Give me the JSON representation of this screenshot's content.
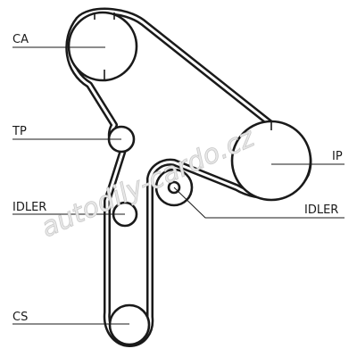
{
  "labels": {
    "ca": "CA",
    "tp": "TP",
    "idler_left": "IDLER",
    "cs": "CS",
    "ip": "IP",
    "idler_right": "IDLER"
  },
  "watermark": "autodily-cardo.cz"
}
